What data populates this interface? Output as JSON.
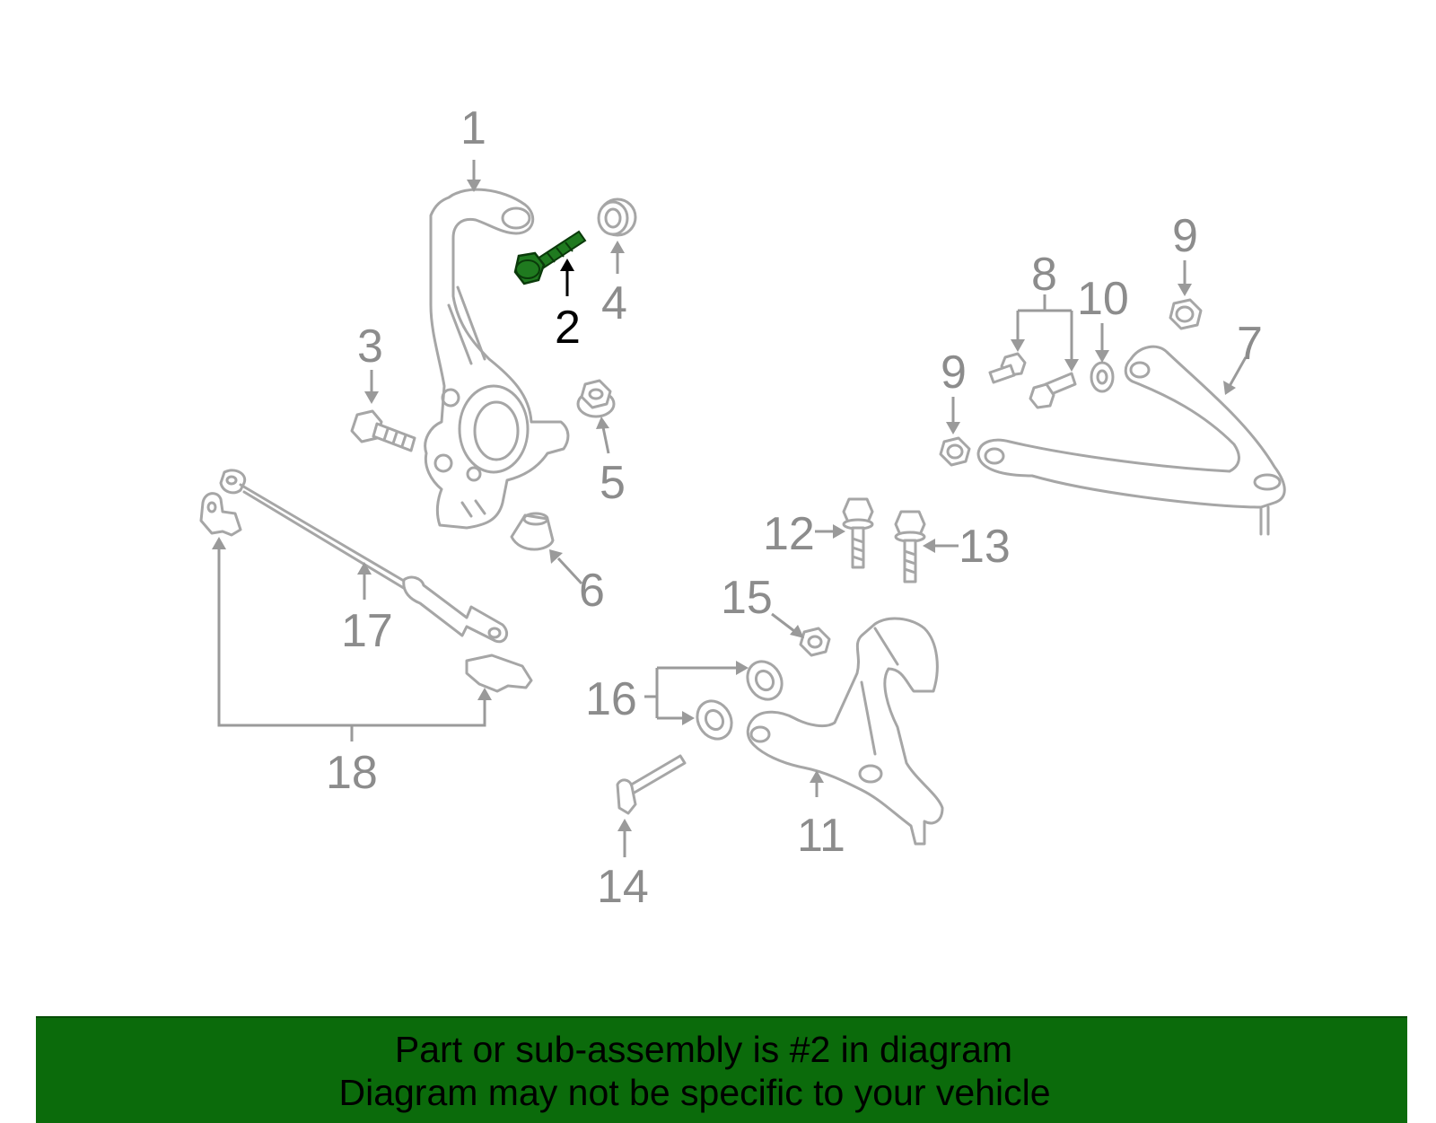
{
  "callouts": {
    "c1": "1",
    "c2": "2",
    "c3": "3",
    "c4": "4",
    "c5": "5",
    "c6": "6",
    "c7": "7",
    "c8": "8",
    "c9a": "9",
    "c9b": "9",
    "c10": "10",
    "c11": "11",
    "c12": "12",
    "c13": "13",
    "c14": "14",
    "c15": "15",
    "c16": "16",
    "c17": "17",
    "c18": "18"
  },
  "highlight": {
    "part_number": "2",
    "color": "#1f7a1f",
    "label_color": "#000000"
  },
  "colors": {
    "part_outline": "#a6a6a6",
    "callout_text": "#8c8c8c",
    "banner_bg": "#0b6b0b"
  },
  "banner": {
    "line1": "Part or sub-assembly is #2 in diagram",
    "line2": "Diagram may not be specific to your vehicle"
  }
}
